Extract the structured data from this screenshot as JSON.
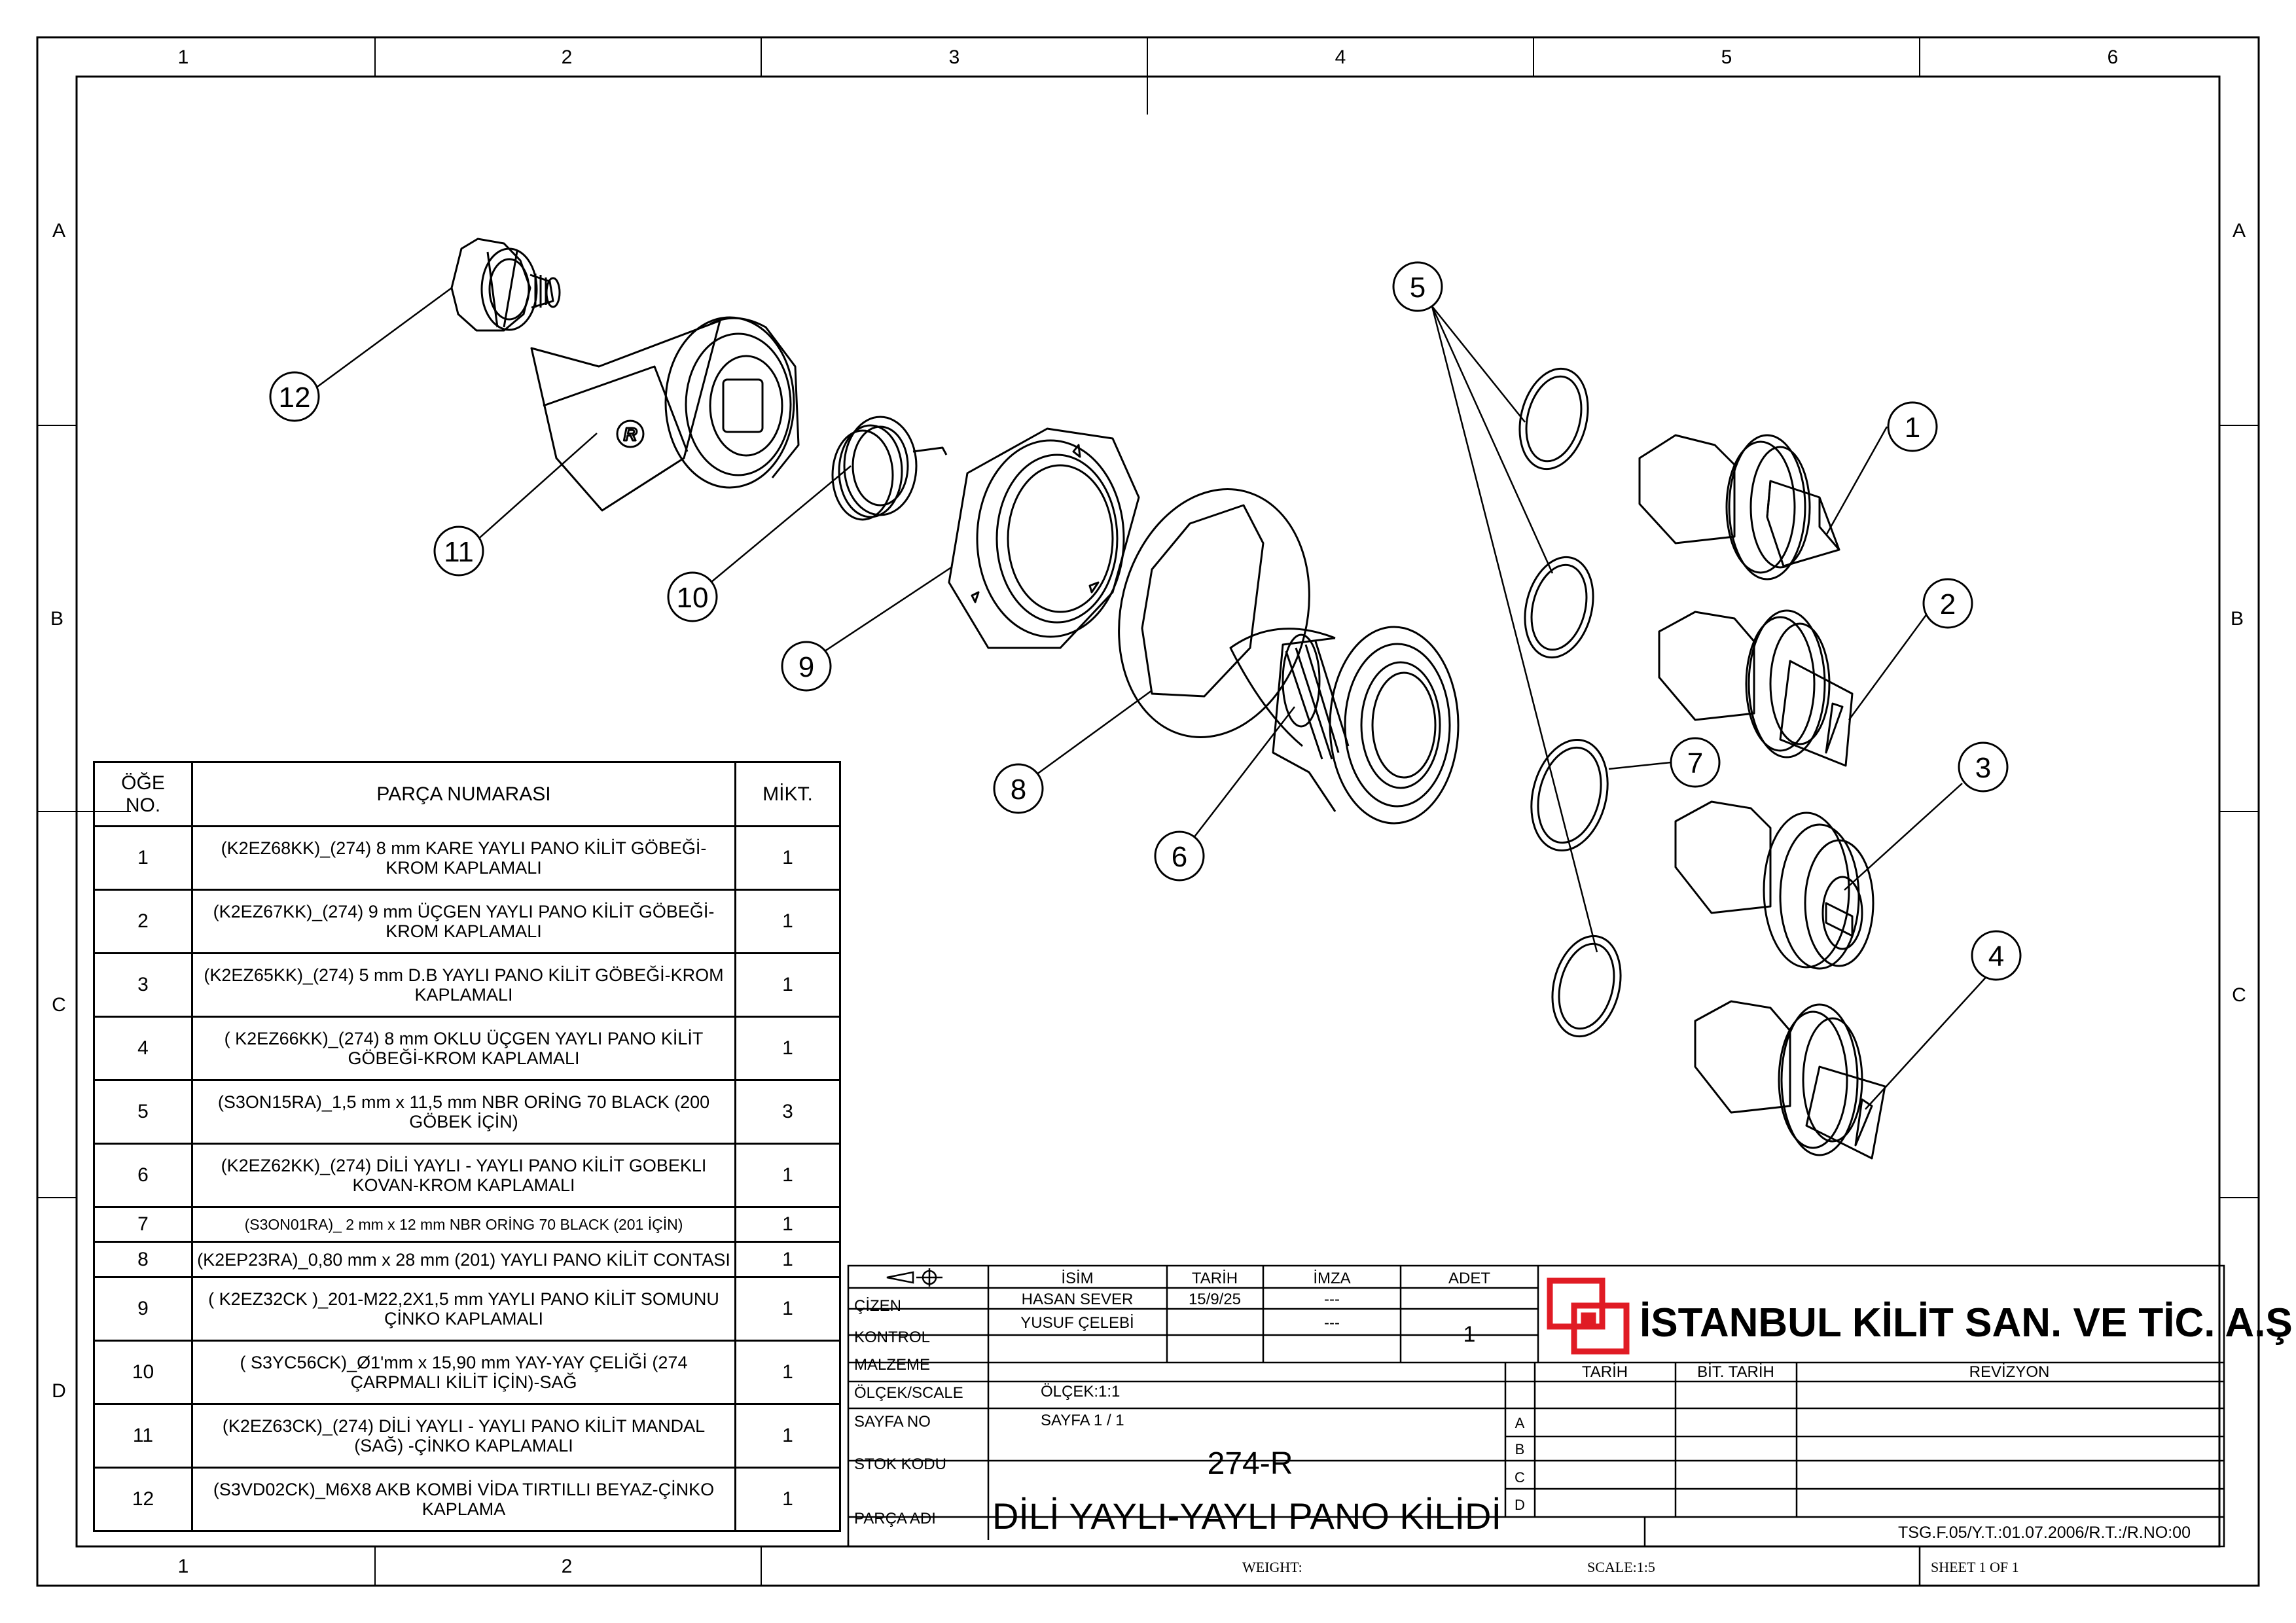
{
  "frame": {
    "col_labels": [
      "1",
      "2",
      "3",
      "4",
      "5",
      "6"
    ],
    "row_labels": [
      "A",
      "B",
      "C",
      "D"
    ]
  },
  "balloons": [
    "1",
    "2",
    "3",
    "4",
    "5",
    "6",
    "7",
    "8",
    "9",
    "10",
    "11",
    "12"
  ],
  "logo_glyph": "R",
  "bom": {
    "headers": {
      "item_line1": "ÖĞE",
      "item_line2": "NO.",
      "part_number": "PARÇA NUMARASI",
      "qty": "MİKT."
    },
    "rows": [
      {
        "no": "1",
        "part": "(K2EZ68KK)_(274) 8 mm KARE YAYLI PANO KİLİT GÖBEĞİ-KROM KAPLAMALI",
        "qty": "1"
      },
      {
        "no": "2",
        "part": "(K2EZ67KK)_(274) 9 mm ÜÇGEN YAYLI PANO KİLİT GÖBEĞİ-KROM KAPLAMALI",
        "qty": "1"
      },
      {
        "no": "3",
        "part": "(K2EZ65KK)_(274) 5 mm D.B YAYLI PANO KİLİT GÖBEĞİ-KROM KAPLAMALI",
        "qty": "1"
      },
      {
        "no": "4",
        "part": "( K2EZ66KK)_(274) 8 mm OKLU ÜÇGEN YAYLI PANO KİLİT GÖBEĞİ-KROM KAPLAMALI",
        "qty": "1"
      },
      {
        "no": "5",
        "part": "(S3ON15RA)_1,5 mm x 11,5 mm NBR ORİNG 70 BLACK (200 GÖBEK İÇİN)",
        "qty": "3"
      },
      {
        "no": "6",
        "part": "(K2EZ62KK)_(274) DİLİ YAYLI - YAYLI PANO KİLİT GOBEKLI KOVAN-KROM KAPLAMALI",
        "qty": "1"
      },
      {
        "no": "7",
        "part": "(S3ON01RA)_ 2 mm x 12 mm NBR ORİNG 70 BLACK (201 İÇİN)",
        "qty": "1"
      },
      {
        "no": "8",
        "part": "(K2EP23RA)_0,80 mm x 28 mm (201) YAYLI PANO KİLİT CONTASI",
        "qty": "1"
      },
      {
        "no": "9",
        "part": "( K2EZ32CK )_201-M22,2X1,5 mm YAYLI PANO KİLİT SOMUNU ÇİNKO KAPLAMALI",
        "qty": "1"
      },
      {
        "no": "10",
        "part": "( S3YC56CK)_Ø1'mm x 15,90 mm YAY-YAY ÇELİĞİ (274 ÇARPMALI KİLİT İÇİN)-SAĞ",
        "qty": "1"
      },
      {
        "no": "11",
        "part": "(K2EZ63CK)_(274) DİLİ YAYLI - YAYLI PANO KİLİT MANDAL (SAĞ) -ÇİNKO KAPLAMALI",
        "qty": "1"
      },
      {
        "no": "12",
        "part": "(S3VD02CK)_M6X8 AKB KOMBİ VİDA TIRTILLI BEYAZ-ÇİNKO KAPLAMA",
        "qty": "1"
      }
    ]
  },
  "title_block": {
    "hdr_name": "İSİM",
    "hdr_date": "TARİH",
    "hdr_sign": "İMZA",
    "hdr_qty": "ADET",
    "drawn_label": "ÇİZEN",
    "drawn_name": "HASAN SEVER",
    "drawn_date": "15/9/25",
    "drawn_sign": "---",
    "check_label": "KONTROL",
    "check_name": "YUSUF ÇELEBİ",
    "check_sign": "---",
    "qty_value": "1",
    "material_label": "MALZEME",
    "scale_label": "ÖLÇEK/SCALE",
    "scale_value": "ÖLÇEK:1:1",
    "sheet_label": "SAYFA NO",
    "sheet_value": "SAYFA 1 / 1",
    "stock_label": "STOK KODU",
    "stock_value": "274-R",
    "part_label": "PARÇA ADI",
    "part_value": "DİLİ YAYLI-YAYLI PANO KİLİDİ",
    "company": "İSTANBUL KİLİT SAN. VE TİC. A.Ş",
    "rev_date": "TARİH",
    "rev_end": "BİT. TARİH",
    "rev_title": "REVİZYON",
    "rev_rows": [
      "A",
      "B",
      "C",
      "D"
    ],
    "form_code": "TSG.F.05/Y.T.:01.07.2006/R.T.:/R.NO:00",
    "weight": "WEIGHT:",
    "scale_bottom": "SCALE:1:5",
    "sheet_bottom": "SHEET 1 OF 1"
  },
  "colors": {
    "logo_red": "#e01b24",
    "line": "#000000"
  }
}
